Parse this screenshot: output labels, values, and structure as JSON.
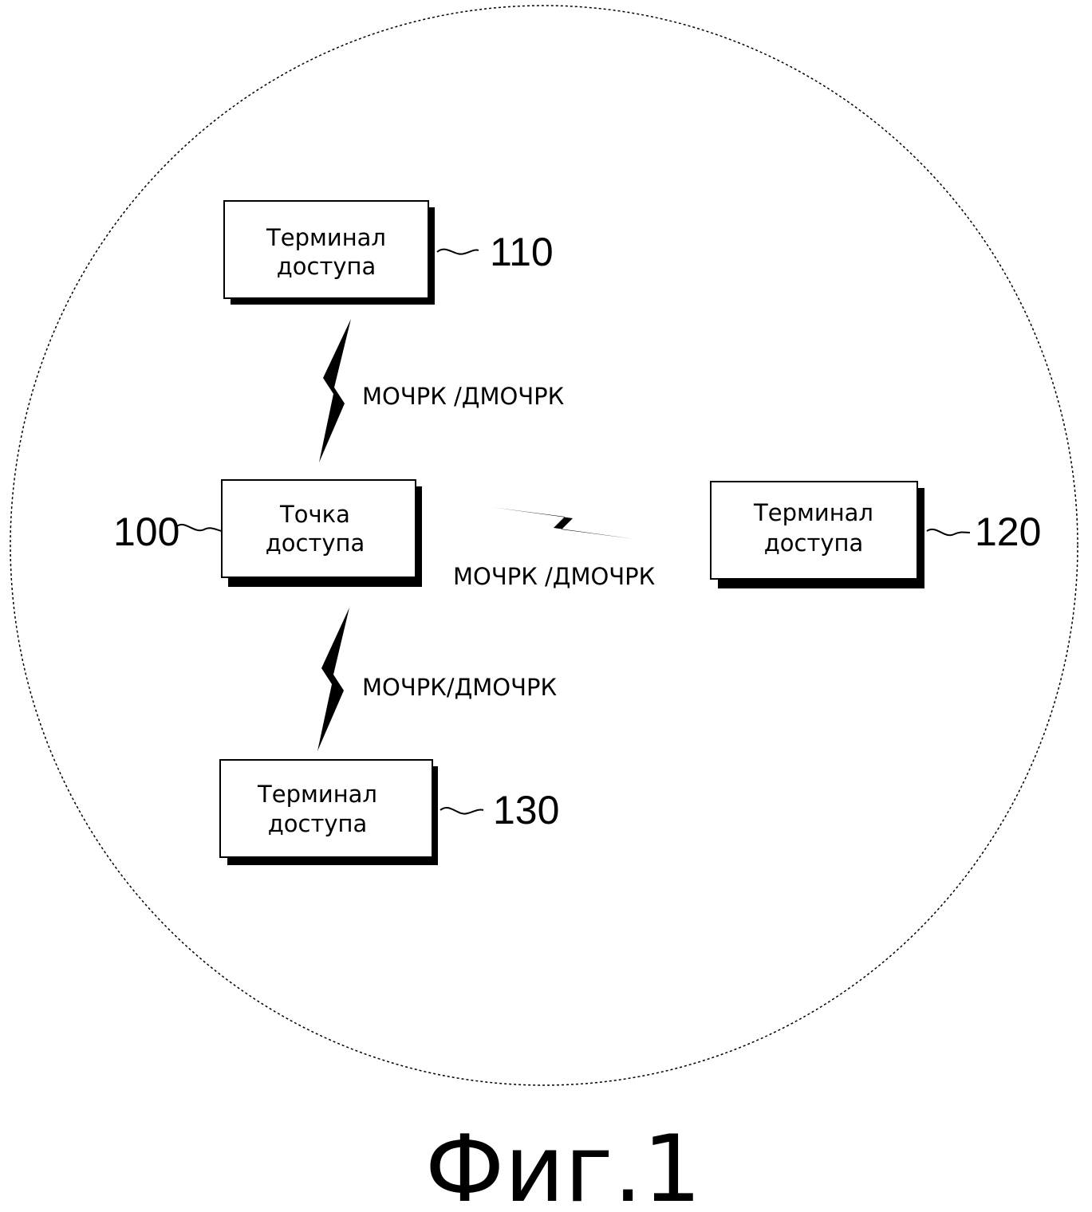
{
  "nodes": {
    "terminal_110": {
      "line1": "Терминал",
      "line2": "доступа",
      "ref": "110"
    },
    "access_point_100": {
      "line1": "Точка",
      "line2": "доступа",
      "ref": "100"
    },
    "terminal_120": {
      "line1": "Терминал",
      "line2": "доступа",
      "ref": "120"
    },
    "terminal_130": {
      "line1": "Терминал",
      "line2": "доступа",
      "ref": "130"
    }
  },
  "links": {
    "top": "МОЧРК /ДМОЧРК",
    "right": "МОЧРК /ДМОЧРК",
    "bottom": "МОЧРК/ДМОЧРК"
  },
  "caption": "Фиг.1"
}
